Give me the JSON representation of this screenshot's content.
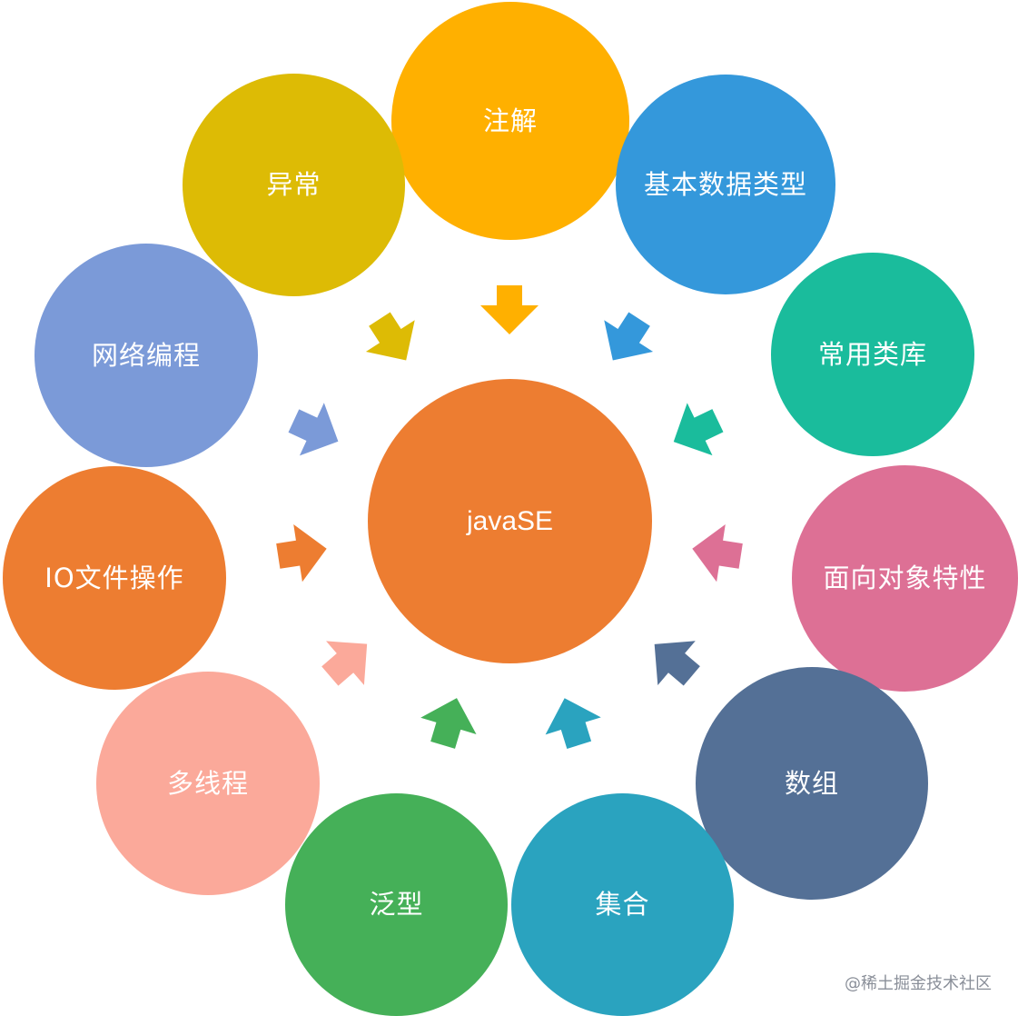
{
  "center": {
    "label": "javaSE",
    "color": "#ED7D31"
  },
  "nodes": [
    {
      "id": "annotation",
      "label": "注解",
      "color": "#FFB000"
    },
    {
      "id": "basic-types",
      "label": "基本数据类型",
      "color": "#3498DB"
    },
    {
      "id": "common-libs",
      "label": "常用类库",
      "color": "#1ABC9C"
    },
    {
      "id": "oop",
      "label": "面向对象特性",
      "color": "#DD7095"
    },
    {
      "id": "array",
      "label": "数组",
      "color": "#547096"
    },
    {
      "id": "collection",
      "label": "集合",
      "color": "#2AA3BF"
    },
    {
      "id": "generics",
      "label": "泛型",
      "color": "#45B058"
    },
    {
      "id": "multithreading",
      "label": "多线程",
      "color": "#FBA99A"
    },
    {
      "id": "io",
      "label": "IO文件操作",
      "color": "#ED7D31"
    },
    {
      "id": "networking",
      "label": "网络编程",
      "color": "#7B9AD8"
    },
    {
      "id": "exception",
      "label": "异常",
      "color": "#DDBB05"
    }
  ],
  "watermark": "@稀土掘金技术社区"
}
